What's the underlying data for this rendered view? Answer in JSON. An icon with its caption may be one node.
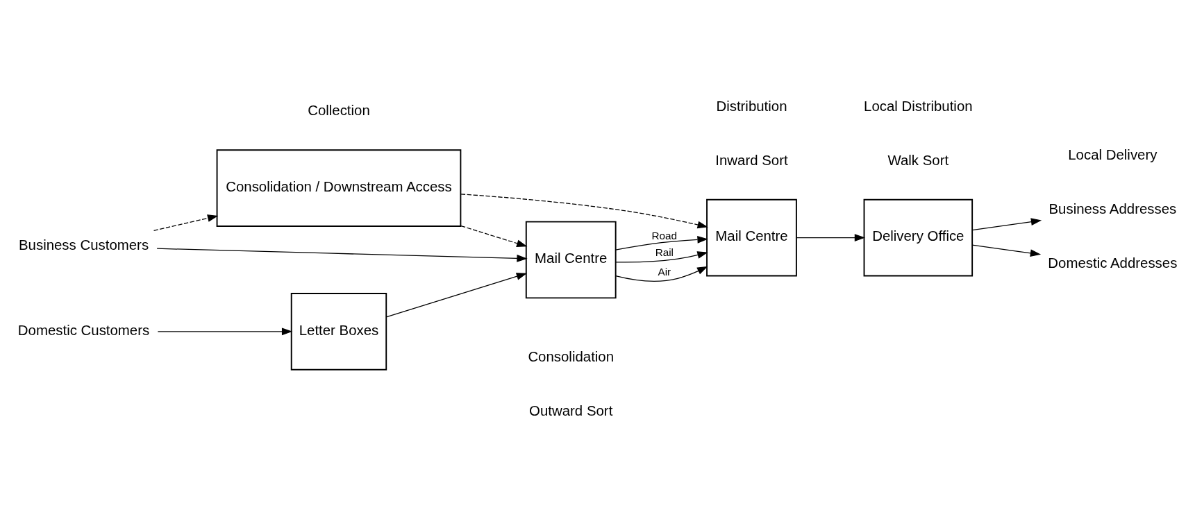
{
  "diagram": {
    "nodes": [
      {
        "text": [
          "Business Customers"
        ]
      },
      {
        "text": [
          "Consolidation / Downstream Access"
        ]
      },
      {
        "text": [
          "Domestic Customers"
        ]
      },
      {
        "text": [
          "Letter Boxes"
        ]
      },
      {
        "text": [
          "Mail Centre"
        ]
      },
      {
        "text": [
          "Mail Centre"
        ]
      },
      {
        "text": [
          "Delivery Office"
        ]
      },
      {
        "text": [
          "Business Addresses"
        ]
      },
      {
        "text": [
          "Domestic Addresses"
        ]
      }
    ],
    "edges": [
      {
        "from": 0,
        "to": 1,
        "arrow": "to",
        "style": "dashed"
      },
      {
        "from": 0,
        "to": 4,
        "arrow": "to"
      },
      {
        "from": 1,
        "to": 4,
        "arrow": "to",
        "style": "dashed"
      },
      {
        "from": 1,
        "to": 5,
        "arrow": "to",
        "style": "dashed"
      },
      {
        "from": 2,
        "to": 3,
        "arrow": "to"
      },
      {
        "from": 3,
        "to": 4,
        "arrow": "to"
      },
      {
        "from": 4,
        "to": 5,
        "arrow": "to",
        "label": "Road"
      },
      {
        "from": 4,
        "to": 5,
        "arrow": "to",
        "label": "Rail"
      },
      {
        "from": 4,
        "to": 5,
        "arrow": "to",
        "label": "Air"
      },
      {
        "from": 5,
        "to": 6,
        "arrow": "to"
      },
      {
        "from": 6,
        "to": 7,
        "arrow": "to"
      },
      {
        "from": 6,
        "to": 8,
        "arrow": "to"
      }
    ],
    "labels": [
      "Collection",
      "Outward Sort",
      "Inward Sort",
      "Walk Sort",
      "Consolidation",
      "Distribution",
      "Local Distribution",
      "Local Delivery"
    ]
  }
}
